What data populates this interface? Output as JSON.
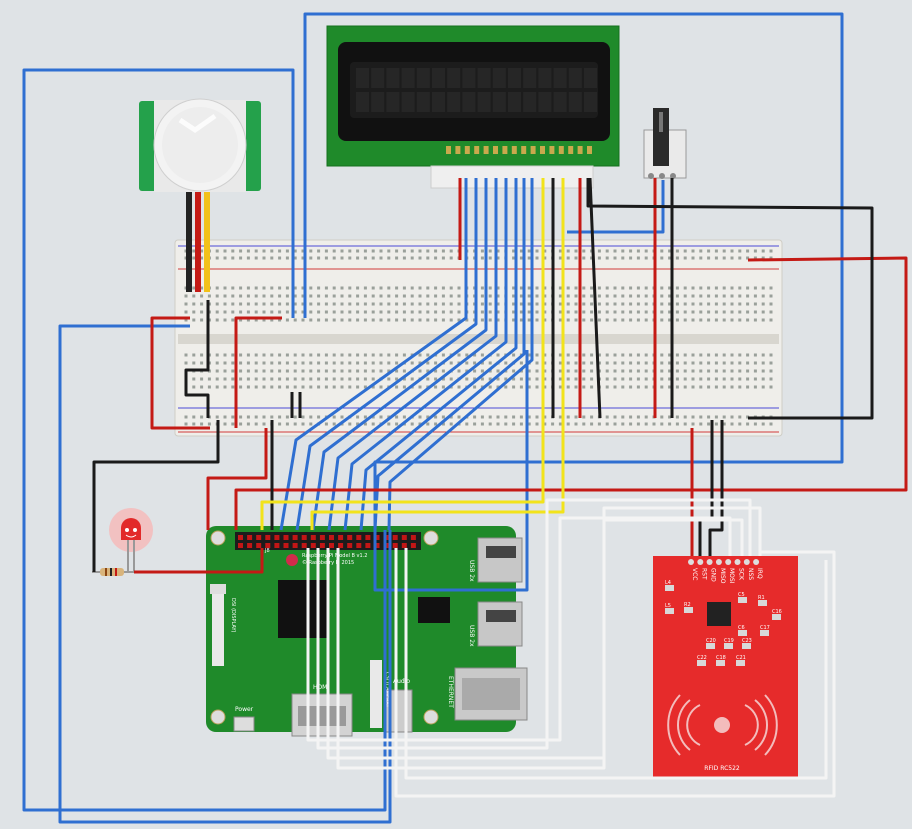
{
  "raspberry_pi": {
    "model_label": "Raspberry Pi Model B v1.2",
    "copyright": "© Raspberry Pi 2015",
    "usb_top": "USB 2x",
    "usb_bottom": "USB 2x",
    "ethernet": "ETHERNET",
    "hdmi": "HDMI",
    "audio": "Audio",
    "power": "Power",
    "display_port": "DSI (DISPLAY)",
    "camera_port": "CSI (CAMERA)",
    "pin_label": "J8"
  },
  "rfid_module": {
    "title": "RFID RC522",
    "pins": [
      "VCC",
      "RST",
      "GND",
      "MISO",
      "MOSI",
      "SCK",
      "NSS",
      "IRQ"
    ],
    "components": [
      "L4",
      "L5",
      "C5",
      "R1",
      "C6",
      "C17",
      "C16",
      "C20",
      "C19",
      "C23",
      "C22",
      "C18",
      "C21",
      "R2"
    ]
  },
  "colors": {
    "background": "#dfe3e6",
    "wire_blue": "#2f6fd1",
    "wire_red": "#c41a15",
    "wire_black": "#1a1a1a",
    "wire_yellow": "#f2e31a",
    "wire_white": "#f4f4f4",
    "pi_board": "#1f8a2a",
    "rfid_board": "#e62b2b",
    "lcd_board": "#1f8a2a",
    "breadboard": "#efeeea"
  }
}
